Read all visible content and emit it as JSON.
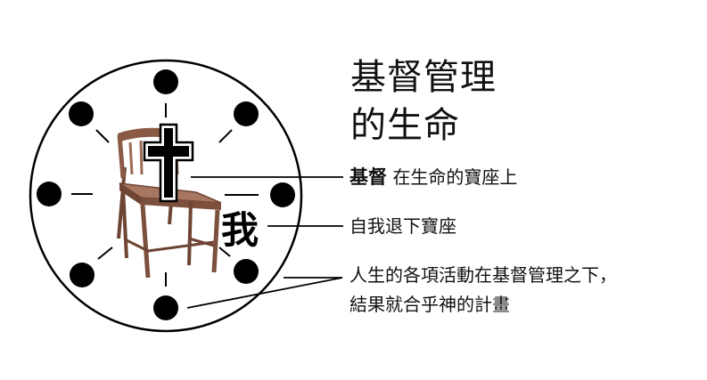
{
  "title": {
    "line1": "基督管理",
    "line2": "的生命"
  },
  "labels": {
    "christ_strong": "基督",
    "christ_rest": " 在生命的寶座上",
    "self": "自我退下寶座",
    "result_line1": "人生的各項活動在基督管理之下，",
    "result_line2": "結果就合乎神的計畫"
  },
  "symbols": {
    "self_char": "我"
  },
  "icons": {
    "cross": "cross-icon",
    "chair": "chair-icon",
    "dot": "activity-dot"
  },
  "colors": {
    "ink": "#000000",
    "chair_wood": "#8a5a44",
    "background": "#ffffff"
  }
}
